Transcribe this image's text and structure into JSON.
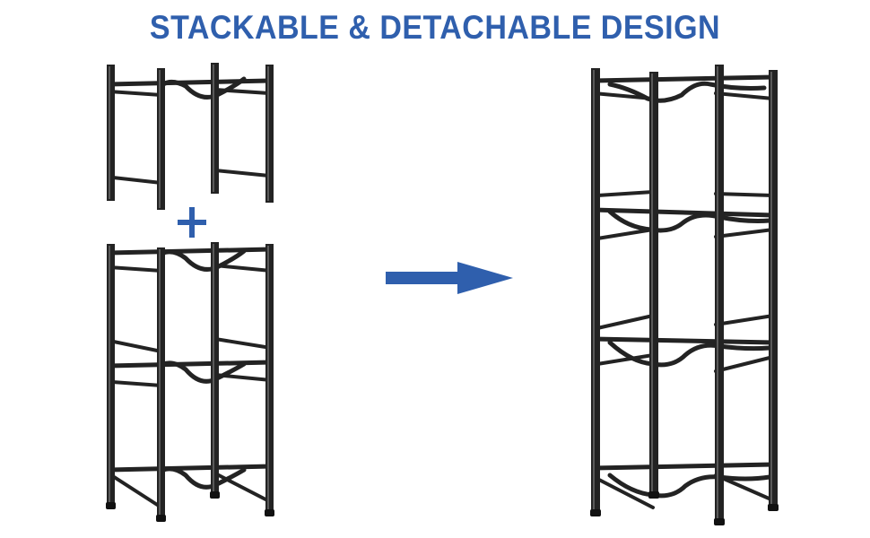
{
  "banner": {
    "headline": "STACKABLE & DETACHABLE DESIGN"
  },
  "colors": {
    "accent": "#2f5fad",
    "frame": "#232323",
    "frame_highlight": "#5a5a5a",
    "background": "#ffffff"
  },
  "icons": {
    "plus": "plus-icon",
    "arrow": "arrow-right-icon"
  },
  "products": {
    "top_piece": {
      "tiers": 1
    },
    "bottom_piece": {
      "tiers": 3
    },
    "assembled": {
      "tiers": 4
    }
  }
}
